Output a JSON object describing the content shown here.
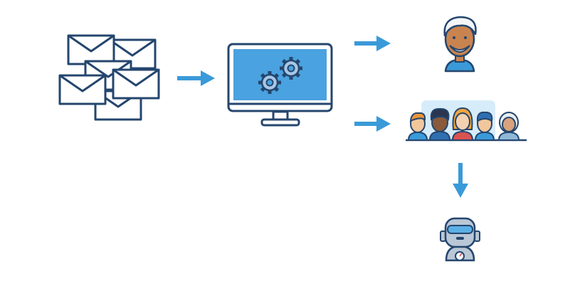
{
  "diagram": {
    "nodes": [
      {
        "id": "emails",
        "icon": "envelopes-stack-icon"
      },
      {
        "id": "processor",
        "icon": "computer-gears-icon"
      },
      {
        "id": "individual",
        "icon": "person-icon"
      },
      {
        "id": "group",
        "icon": "people-group-icon"
      },
      {
        "id": "robot",
        "icon": "robot-icon"
      }
    ],
    "edges": [
      {
        "from": "emails",
        "to": "processor",
        "direction": "right"
      },
      {
        "from": "processor",
        "to": "individual",
        "direction": "right"
      },
      {
        "from": "processor",
        "to": "group",
        "direction": "right"
      },
      {
        "from": "group",
        "to": "robot",
        "direction": "down"
      }
    ]
  },
  "colors": {
    "arrow": "#3a9ad9",
    "outline": "#24466e",
    "screen": "#4aa2e0",
    "envelope": "#ffffff",
    "group_panel": "#d7ecfa",
    "robot_body": "#b9c7d6",
    "robot_visor": "#5ab0e6"
  }
}
